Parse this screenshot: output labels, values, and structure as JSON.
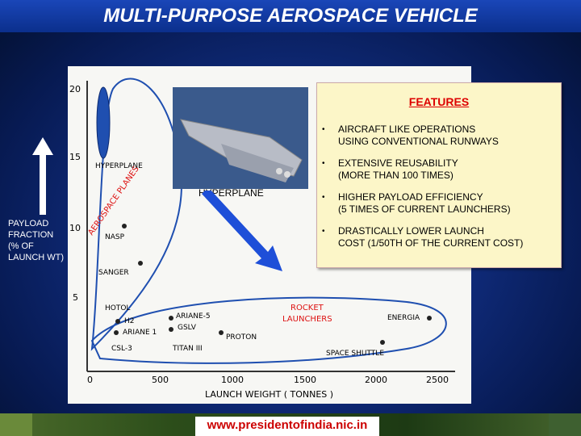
{
  "title": "MULTI-PURPOSE AEROSPACE VEHICLE",
  "features": {
    "heading": "FEATURES",
    "items": [
      {
        "line1": "AIRCRAFT LIKE OPERATIONS",
        "line2": "USING CONVENTIONAL RUNWAYS"
      },
      {
        "line1": "EXTENSIVE REUSABILITY",
        "line2": "(MORE THAN 100 TIMES)"
      },
      {
        "line1": "HIGHER PAYLOAD EFFICIENCY",
        "line2": "(5 TIMES OF CURRENT LAUNCHERS)"
      },
      {
        "line1": "DRASTICALLY  LOWER LAUNCH",
        "line2": "COST  (1/50TH OF THE CURRENT COST)"
      }
    ]
  },
  "hyperplane_image_label": "HYPERPLANE",
  "payload_label": [
    "PAYLOAD",
    "FRACTION",
    "(% OF",
    "LAUNCH WT)"
  ],
  "chart": {
    "x_axis_label": "LAUNCH WEIGHT   ( TONNES )",
    "x_ticks": [
      "0",
      "500",
      "1000",
      "1500",
      "2000",
      "2500"
    ],
    "y_ticks": [
      "5",
      "10",
      "15",
      "20"
    ],
    "region_aerospace": "AEROSPACE PLANES",
    "region_rockets": [
      "ROCKET",
      "LAUNCHERS"
    ],
    "points": [
      "HYPERPLANE",
      "NASP",
      "SANGER",
      "HOTOL",
      "H2",
      "ARIANE 1",
      "CSL-3",
      "ARIANE-5",
      "GSLV",
      "TITAN III",
      "PROTON",
      "ENERGIA",
      "SPACE SHUTTLE"
    ]
  },
  "url": "www.presidentofindia.nic.in",
  "colors": {
    "title": "#ffffff",
    "features_title": "#dd0000",
    "url": "#cc0000",
    "arrow": "#1e4fd8",
    "region_text": "#dd1111"
  }
}
